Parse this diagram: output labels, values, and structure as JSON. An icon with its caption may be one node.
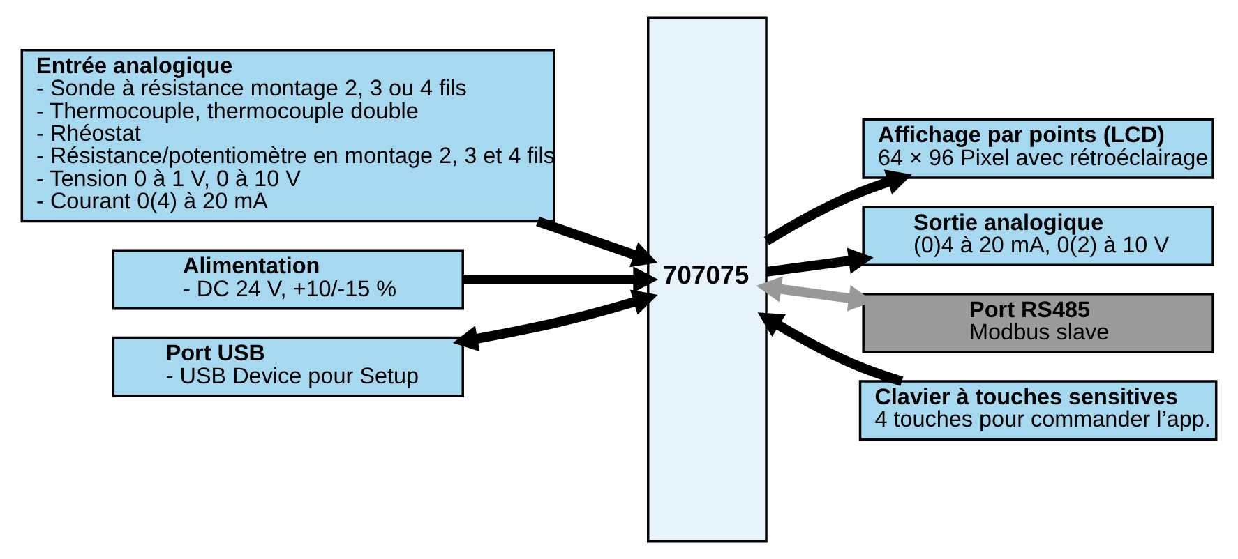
{
  "diagram": {
    "nodes": [
      {
        "text": [
          "Entrée analogique",
          "- Sonde à résistance montage 2, 3 ou 4 fils",
          "- Thermocouple, thermocouple double",
          "- Rhéostat",
          "- Résistance/potentiomètre en montage 2, 3 et 4 fils",
          "- Tension 0 à 1 V, 0 à 10 V",
          "- Courant 0(4) à 20 mA"
        ]
      },
      {
        "text": [
          "Alimentation",
          "- DC 24 V, +10/-15 %"
        ]
      },
      {
        "text": [
          "Port USB",
          "- USB Device pour Setup"
        ]
      },
      {
        "text": [
          "707075"
        ]
      },
      {
        "text": [
          "Affichage par points (LCD)",
          "64 × 96 Pixel avec rétroéclairage"
        ]
      },
      {
        "text": [
          "Clavier à touches sensitives",
          "4 touches pour commander l’app."
        ]
      },
      {
        "text": [
          "Sortie analogique",
          "(0)4 à 20 mA, 0(2) à 10 V"
        ]
      },
      {
        "text": [
          "Port RS485",
          "Modbus slave"
        ]
      }
    ],
    "edges": [
      {
        "from": 0,
        "to": 3,
        "arrow": "to"
      },
      {
        "from": 1,
        "to": 3,
        "arrow": "to"
      },
      {
        "from": 2,
        "to": 3,
        "arrow": "both"
      },
      {
        "from": 3,
        "to": 4,
        "arrow": "to"
      },
      {
        "from": 5,
        "to": 3,
        "arrow": "to"
      },
      {
        "from": 3,
        "to": 6,
        "arrow": "to"
      },
      {
        "from": 3,
        "to": 7,
        "arrow": "both",
        "color": "#999999"
      }
    ]
  }
}
